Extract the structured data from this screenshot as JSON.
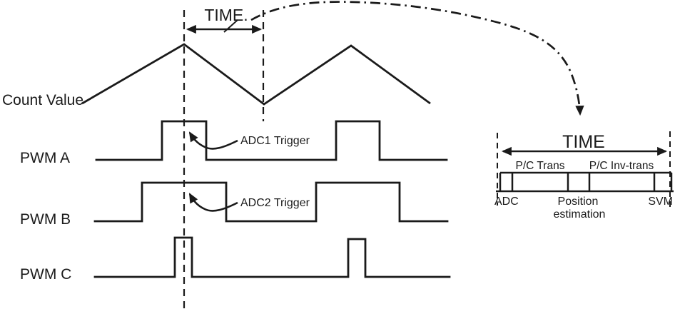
{
  "colors": {
    "ink": "#1a1a1a",
    "background": "#ffffff"
  },
  "left_panel": {
    "count_value_label": "Count Value",
    "time_span_label": "TIME.",
    "pwm_a_label": "PWM A",
    "pwm_b_label": "PWM B",
    "pwm_c_label": "PWM C",
    "adc1_trigger_label": "ADC1 Trigger",
    "adc2_trigger_label": "ADC2 Trigger"
  },
  "right_panel": {
    "time_span_label": "TIME",
    "top_labels": [
      "P/C Trans",
      "P/C Inv-trans"
    ],
    "bottom_labels": [
      "ADC",
      "Position",
      "estimation",
      "SVM"
    ]
  }
}
